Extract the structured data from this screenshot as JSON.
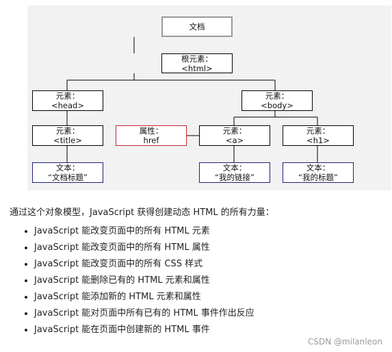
{
  "diagram": {
    "document": "文档",
    "root": {
      "label": "根元素：",
      "tag": "<html>"
    },
    "head": {
      "label": "元素：",
      "tag": "<head>"
    },
    "body": {
      "label": "元素：",
      "tag": "<body>"
    },
    "title": {
      "label": "元素：",
      "tag": "<title>"
    },
    "attribute": {
      "label": "属性：",
      "value": "href"
    },
    "a": {
      "label": "元素：",
      "tag": "<a>"
    },
    "h1": {
      "label": "元素：",
      "tag": "<h1>"
    },
    "text_title": {
      "label": "文本：",
      "value": "“文档标题”"
    },
    "text_link": {
      "label": "文本：",
      "value": "“我的链接”"
    },
    "text_h1": {
      "label": "文本：",
      "value": "“我的标题”"
    }
  },
  "intro": "通过这个对象模型，JavaScript 获得创建动态 HTML 的所有力量：",
  "features": [
    "JavaScript 能改变页面中的所有 HTML 元素",
    "JavaScript 能改变页面中的所有 HTML 属性",
    "JavaScript 能改变页面中的所有 CSS 样式",
    "JavaScript 能删除已有的 HTML 元素和属性",
    "JavaScript 能添加新的 HTML 元素和属性",
    "JavaScript 能对页面中所有已有的 HTML 事件作出反应",
    "JavaScript 能在页面中创建新的 HTML 事件"
  ],
  "watermark": "CSDN @milanleon",
  "colors": {
    "attribute_border": "#c0272d",
    "text_border": "#1f1f7a",
    "document_border": "#9a9a9a"
  }
}
